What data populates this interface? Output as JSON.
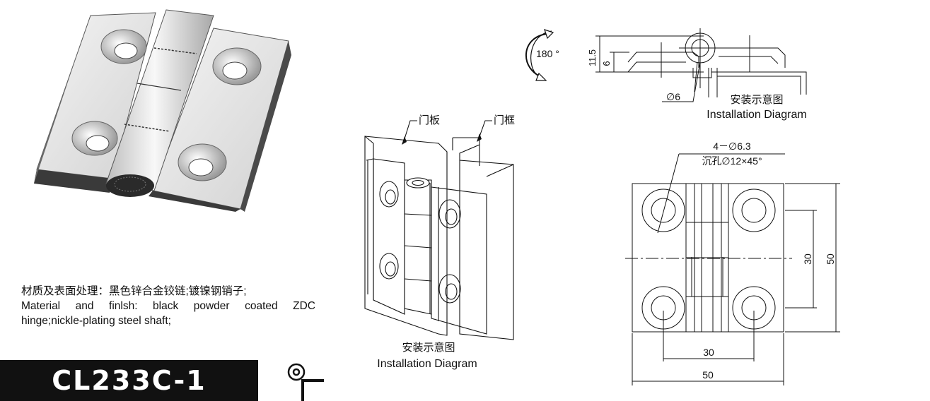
{
  "material": {
    "chinese": "材质及表面处理：黑色锌合金铰链;镀镍钢销子;",
    "english_line1": "Material and finlsh: black powder coated ZDC",
    "english_line2": "hinge;nickle-plating steel shaft;"
  },
  "model": "CL233C-1",
  "install_diagram": {
    "door_panel": "门板",
    "door_frame": "门框",
    "caption_cn": "安装示意图",
    "caption_en": "Installation Diagram"
  },
  "side_view": {
    "rotation": "180 °",
    "dim_11_5": "11.5",
    "dim_6": "6",
    "pin_dia": "∅6",
    "caption_cn": "安装示意图",
    "caption_en": "Installation Diagram"
  },
  "top_view": {
    "hole_spec": "4－∅6.3",
    "countersink_spec": "沉孔∅12×45°",
    "dim_width_inner": "30",
    "dim_width_outer": "50",
    "dim_height_inner": "30",
    "dim_height_outer": "50"
  },
  "icons": [
    "hinge-3d-render-icon",
    "rotation-arrow-icon",
    "hinge-symbol-icon"
  ]
}
